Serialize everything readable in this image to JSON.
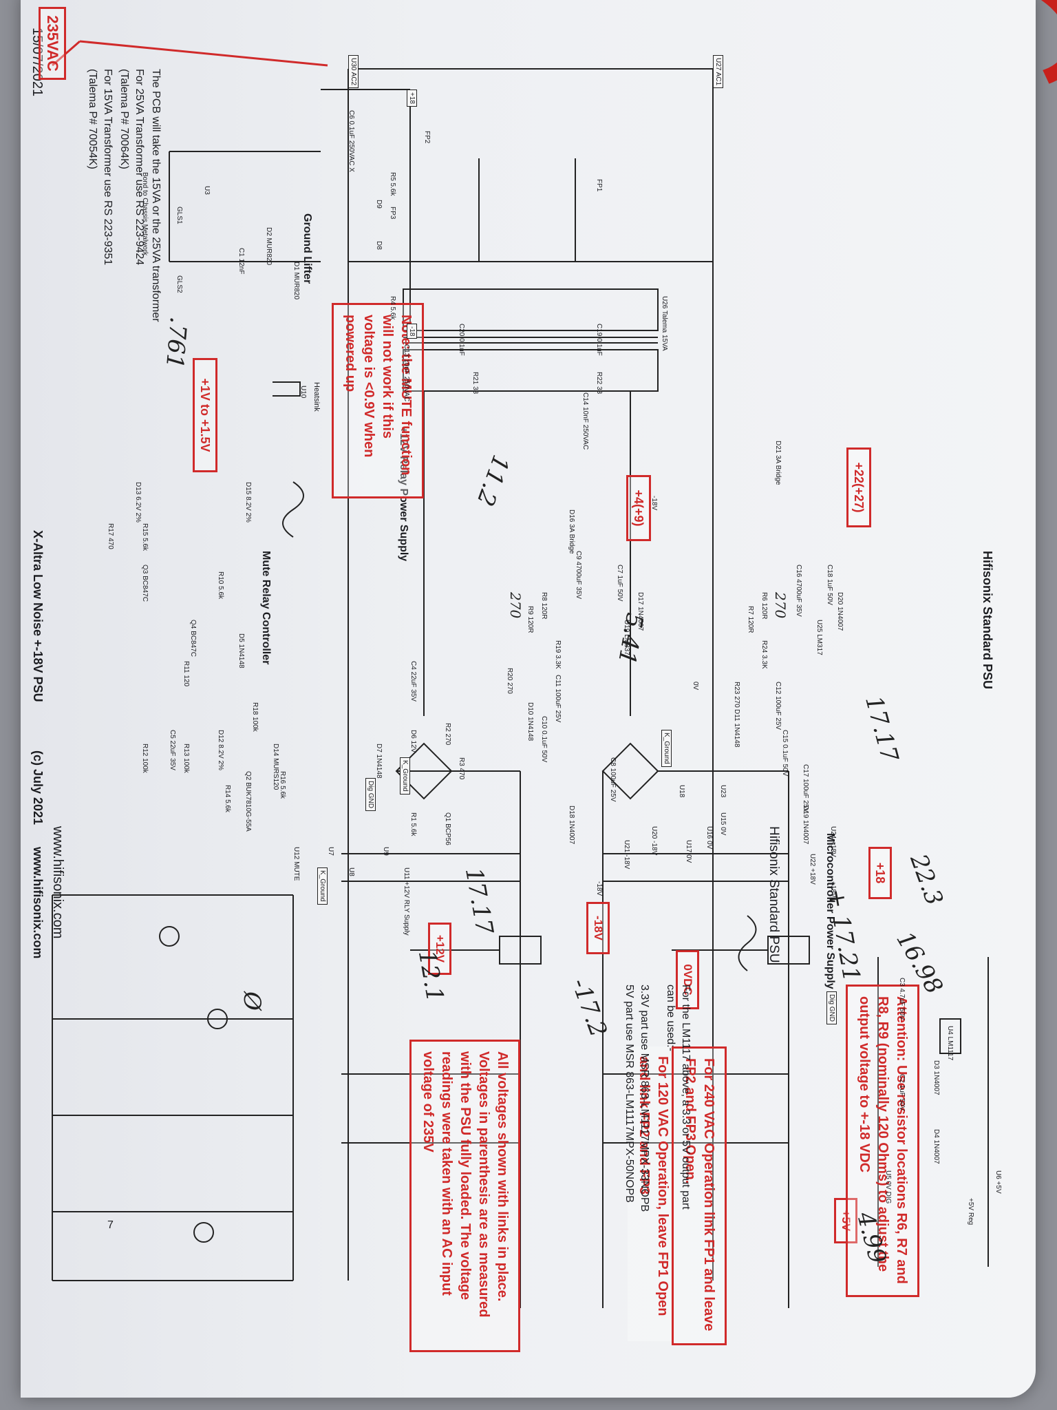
{
  "header": {
    "sheet_title": "Hifisonix Standard PSU",
    "page_number": "7",
    "footer_date": "15/07/2021",
    "footer_product": "X-Altra Low Noise +-18V PSU",
    "footer_copyright": "(c) July 2021",
    "footer_url": "www.hifisonix.com",
    "center_url": "www.hifisonix.com",
    "schematic_title": "Hifisonix Standard PSU"
  },
  "intro_notes": [
    "The PCB will take the 15VA or the 25VA transformer",
    "For 25VA Transformer use RS 223-9424",
    "(Talema P# 70064K)",
    "For 15VA Transformer use RS 223-9351",
    "(Talema P# 70054K)"
  ],
  "sections": {
    "ground_lifter": "Ground Lifter",
    "mute_relay": "Mute Relay Controller",
    "relay_supply": "+12V Relay Power Supply",
    "micro_supply": "Microcontroller Power Supply",
    "heatsink": "Heatsink",
    "bond_chassis": "Bond to Chassis Metalwork"
  },
  "red_labels": {
    "mains": "235VAC",
    "pre_reg_pos": "+22(+27)",
    "pre_reg_mid": "+4(+9)",
    "mute_range": "+1V to +1.5V",
    "out_pos": "+18",
    "out_zero": "0VDC",
    "out_neg": "-18V",
    "relay_out": "+12V",
    "reg_5v": "+5V"
  },
  "callouts": {
    "mute_note": "Note: the MUTE function will not work if this voltage is <0.9V when powered up",
    "attention": "Attention: Use resistor locations R6, R7 and R8, R9 (nominally 120 Ohms) to adjust the output voltage to +-18 VDC",
    "op_240": "For 240 VAC Operation link FP1 and leave FP2 and FP3 Open.",
    "op_120": "For 120 VAC Operation, leave FP1 Open and link FP2 and FP3",
    "voltages": "All voltages shown with links in place. Voltages in parenthesis are as measured with the PSU fully loaded. The voltage readings were taken with an AC input voltage of 235V"
  },
  "lm1117_note": {
    "line1": "For the LM1117 above, a 3.3 or 5V output part",
    "line2": "can be used:-",
    "line3": "3.3V part use MSR 863-LM1117MPX-33NOPB",
    "line4": "5V part use MSR 863-LM1117MPX-50NOPB"
  },
  "handwritten": {
    "h1": "22.3",
    "h2": "17.17",
    "h3": "16.98",
    "h4": "+ 17.21",
    "h5": "4.99",
    "h6": "5.41",
    "h7": "-17.2",
    "h8": "12.1",
    "h9": "17.17",
    "h10": "11.2",
    "h11": ".761",
    "h12": "Ø",
    "h13": "270",
    "h14": "270"
  },
  "components": {
    "u27": "U27 AC1",
    "u30": "U30 AC2",
    "c6": "C6 0.1uF 250VAC X",
    "fp1": "FP1",
    "fp2": "FP2",
    "fp3": "FP3",
    "u26": "U26 Talema 15VA",
    "c19": "C19 0.1uF",
    "c20": "C20 0.1uF",
    "r22": "R22 33",
    "r21": "R21 33",
    "c14": "C14 10nF 250VAC",
    "c13": "C13 10nF 250VAC",
    "d21": "D21 3A Bridge",
    "d16": "D16 3A Bridge",
    "c16": "C16 4700uF 35V",
    "c9": "C9 4700uF 35V",
    "c18": "C18 1uF 50V",
    "c7": "C7 1uF 50V",
    "u25": "U25 LM317",
    "u19": "U19 LM337",
    "d20": "D20 1N4007",
    "d17": "D17 1N4007",
    "r6": "R6 120R",
    "r7": "R7 120R",
    "r8": "R8 120R",
    "r9": "R9 120R",
    "r24": "R24 3.3K",
    "r19": "R19 3.3K",
    "r23": "R23 270",
    "r20": "R20 270",
    "c12": "C12 100uF 25V",
    "c11": "C11 100uF 25V",
    "d11": "D11 1N4148",
    "d10": "D10 1N4148",
    "c15": "C15 0.1uF 50V",
    "c10": "C10 0.1uF 50V",
    "c17": "C17 100uF 25V",
    "c8": "C8 100uF 25V",
    "d19": "D19 1N4007",
    "d18": "D18 1N4007",
    "u23": "U23",
    "u18": "U18",
    "u24": "U24 +18V",
    "u22": "U22 +18V",
    "u21": "U21 -18V",
    "u20": "U20 -18V",
    "u17": "U17 0V",
    "u16": "U16 0V",
    "u15": "U15 0V",
    "k_ground": "K_Ground",
    "dig_gnd": "Dig GND",
    "c4": "C4 22uF 35V",
    "d6": "D6 12V",
    "d7": "D7 1N4148",
    "r2": "R2 270",
    "r3": "R3 470",
    "r1": "R1 5.6k",
    "q1": "Q1 BCP56",
    "u11": "U11 +12V RLY Supply",
    "u9": "U9",
    "u7": "U7",
    "u8": "U8",
    "r10": "R10 5.6k",
    "r11": "R11 120",
    "r15": "R15 5.6k",
    "r17": "R17 470",
    "q3": "Q3 BC847C",
    "q4": "Q4 BC847C",
    "d5": "D5 1N4148",
    "c5": "C5 22uF 35V",
    "r12": "R12 100k",
    "r13": "R13 100k",
    "r18": "R18 100k",
    "d12": "D12 8.2V 2%",
    "d13": "D13 6.2V 2%",
    "d15": "D15 8.2V 2%",
    "r14": "R14 5.6k",
    "r16": "R16 5.6k",
    "d14": "D14 MURS120",
    "q2": "Q2 BUK7810G-55A",
    "u12": "U12 MUTE",
    "d1": "D1 MUR820",
    "d2": "D2 MUR820",
    "c1": "C1 12nF",
    "u3": "U3",
    "gls1": "GLS1",
    "gls2": "GLS2",
    "r5": "R5 5.6k",
    "r4": "R4 5.6k",
    "d9": "D9",
    "d8": "D8",
    "plus18": "+18",
    "minus18": "-18",
    "u10": "U10",
    "u4": "U4 LM1117",
    "c3": "C3 4.7uF 50V",
    "c2": "C2 1uF 50V",
    "d3": "D3 1N4007",
    "d4": "D4 1N4007",
    "u6": "U6 +5V",
    "u5": "U5 0V DIG",
    "reg5": "+5V Reg",
    "zero_v": "0V",
    "neg18v": "-18V",
    "pos18v": "+18V"
  }
}
